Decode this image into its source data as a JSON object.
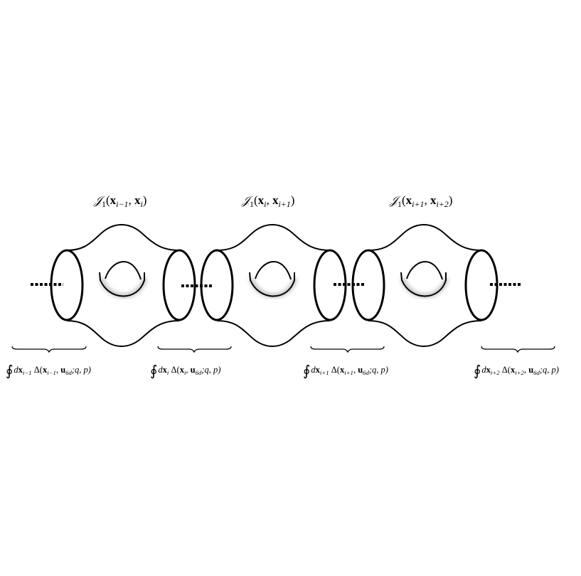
{
  "labels": {
    "l0": {
      "main": "𝒥",
      "idx": "1",
      "open": "(",
      "a": "x",
      "a_sub": "i−1",
      "sep": ", ",
      "b": "x",
      "b_sub": "i",
      "close": ")"
    },
    "l1": {
      "main": "𝒥",
      "idx": "1",
      "open": "(",
      "a": "x",
      "a_sub": "i",
      "sep": ", ",
      "b": "x",
      "b_sub": "i+1",
      "close": ")"
    },
    "l2": {
      "main": "𝒥",
      "idx": "1",
      "open": "(",
      "a": "x",
      "a_sub": "i+1",
      "sep": ", ",
      "b": "x",
      "b_sub": "i+2",
      "close": ")"
    }
  },
  "integrals": {
    "i0": {
      "oint": "∮",
      "d": "d",
      "x": "x",
      "x_sub": "i−1",
      "delta": " Δ(",
      "x2": "x",
      "x2_sub": "i−1",
      "comma": ", ",
      "u": "u",
      "u_sub": "6d",
      "rest": ";q, p)"
    },
    "i1": {
      "oint": "∮",
      "d": "d",
      "x": "x",
      "x_sub": "i",
      "delta": " Δ(",
      "x2": "x",
      "x2_sub": "i",
      "comma": ", ",
      "u": "u",
      "u_sub": "6d",
      "rest": ";q, p)"
    },
    "i2": {
      "oint": "∮",
      "d": "d",
      "x": "x",
      "x_sub": "i+1",
      "delta": " Δ(",
      "x2": "x",
      "x2_sub": "i+1",
      "comma": ", ",
      "u": "u",
      "u_sub": "6d",
      "rest": ";q, p)"
    },
    "i3": {
      "oint": "∮",
      "d": "d",
      "x": "x",
      "x_sub": "i+2",
      "delta": " Δ(",
      "x2": "x",
      "x2_sub": "i+2",
      "comma": ", ",
      "u": "u",
      "u_sub": "6d",
      "rest": ";q, p)"
    }
  },
  "colors": {
    "stroke": "#000000",
    "background": "#ffffff"
  }
}
